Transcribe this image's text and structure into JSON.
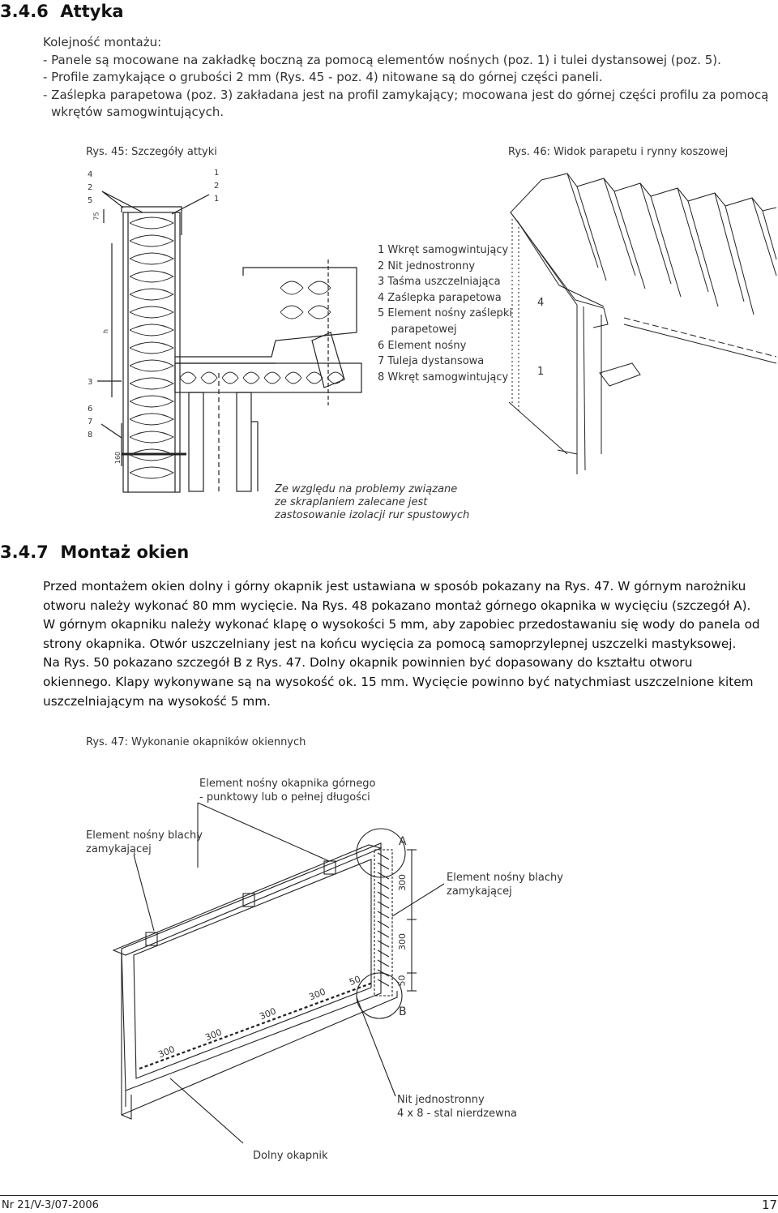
{
  "section1": {
    "number": "3.4.6",
    "title": "Attyka",
    "intro": [
      "Kolejność montażu:",
      "- Panele są mocowane na zakładkę boczną za pomocą elementów nośnych (poz. 1) i tulei dystansowej (poz. 5).",
      "- Profile zamykające o grubości 2 mm (Rys. 45 - poz. 4) nitowane są do górnej części paneli.",
      "- Zaślepka parapetowa (poz. 3) zakładana jest na profil zamykający; mocowana jest do górnej części profilu za pomocą",
      "wkrętów samogwintujących."
    ]
  },
  "fig45": {
    "caption": "Rys. 45: Szczegóły attyki",
    "left_labels": [
      "4",
      "2",
      "5"
    ],
    "right_labels": [
      "1",
      "2",
      "1"
    ],
    "dim_75": "75",
    "dim_h": "h",
    "label_3": "3",
    "bottom_labels": [
      "6",
      "7",
      "8"
    ],
    "dim_160": "160",
    "note": [
      "Ze względu na problemy związane",
      "ze skraplaniem zalecane jest",
      "zastosowanie izolacji rur spustowych"
    ]
  },
  "legend": [
    "1  Wkręt samogwintujący",
    "2  Nit jednostronny",
    "3  Taśma uszczelniająca",
    "4  Zaślepka parapetowa",
    "5  Element nośny zaślepki",
    "    parapetowej",
    "6  Element nośny",
    "7  Tuleja dystansowa",
    "8  Wkręt samogwintujący"
  ],
  "fig46": {
    "caption": "Rys. 46: Widok parapetu i rynny koszowej",
    "label_4": "4",
    "label_1": "1"
  },
  "section2": {
    "number": "3.4.7",
    "title": "Montaż okien",
    "paragraph": [
      "Przed montażem okien dolny i górny okapnik jest ustawiana w sposób pokazany na Rys. 47. W górnym narożniku",
      "otworu należy wykonać 80 mm wycięcie. Na Rys. 48 pokazano montaż górnego okapnika w wycięciu (szczegół A).",
      "W górnym okapniku należy wykonać klapę o wysokości 5 mm, aby zapobiec przedostawaniu się wody do panela od",
      "strony okapnika. Otwór uszczelniany jest na końcu wycięcia za pomocą samoprzylepnej uszczelki mastyksowej.",
      "Na Rys. 50 pokazano szczegół B z Rys. 47. Dolny okapnik powinnien być dopasowany do kształtu otworu",
      "okiennego. Klapy wykonywane są na wysokość ok. 15 mm. Wycięcie powinno być natychmiast uszczelnione kitem",
      "uszczelniającym na wysokość 5 mm."
    ]
  },
  "fig47": {
    "caption": "Rys. 47: Wykonanie okapników okiennych",
    "top_note": [
      "Element nośny okapnika górnego",
      "- punktowy lub o pełnej długości"
    ],
    "left_note": [
      "Element nośny blachy",
      "zamykającej"
    ],
    "right_note": [
      "Element nośny blachy",
      "zamykającej"
    ],
    "label_A": "A",
    "label_B": "B",
    "dims_vertical": [
      "300",
      "300",
      "50"
    ],
    "dims_diagonal": [
      "300",
      "300",
      "300",
      "300",
      "50"
    ],
    "rivet_note": [
      "Nit jednostronny",
      "4 x 8 - stal nierdzewna"
    ],
    "bottom_note": "Dolny okapnik"
  },
  "footer": {
    "doc_code": "Nr 21/V-3/07-2006",
    "page_number": "17"
  }
}
